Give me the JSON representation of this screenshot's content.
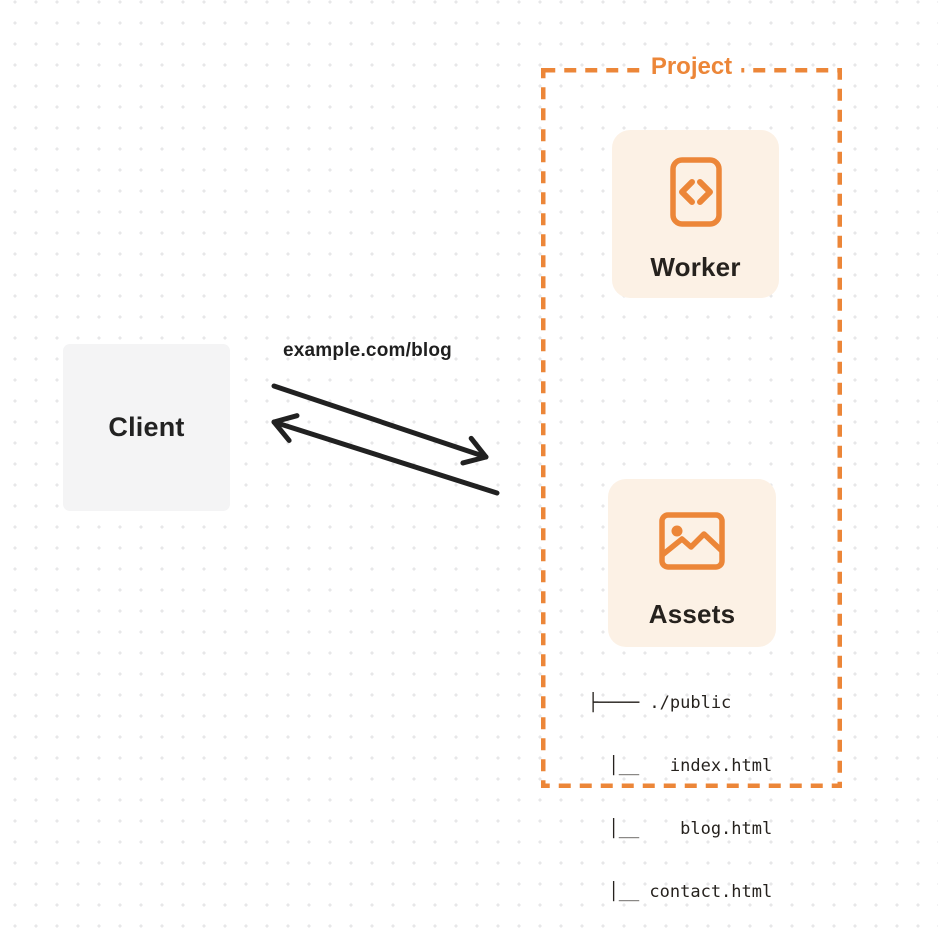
{
  "diagram": {
    "client": {
      "label": "Client"
    },
    "request_label": "example.com/blog",
    "project": {
      "title": "Project",
      "worker_card": {
        "label": "Worker",
        "icon": "code-document-icon"
      },
      "assets_card": {
        "label": "Assets",
        "icon": "image-icon"
      },
      "file_tree_lines": [
        "├──── ./public",
        "  │__   index.html",
        "  │__    blog.html",
        "  │__ contact.html"
      ]
    },
    "colors": {
      "accent_orange": "#ec8638",
      "card_background": "#fcf1e5",
      "client_background": "#f4f4f5",
      "arrow_black": "#212121",
      "text_dark": "#222222",
      "dot_grid": "#e7e7e8"
    }
  }
}
